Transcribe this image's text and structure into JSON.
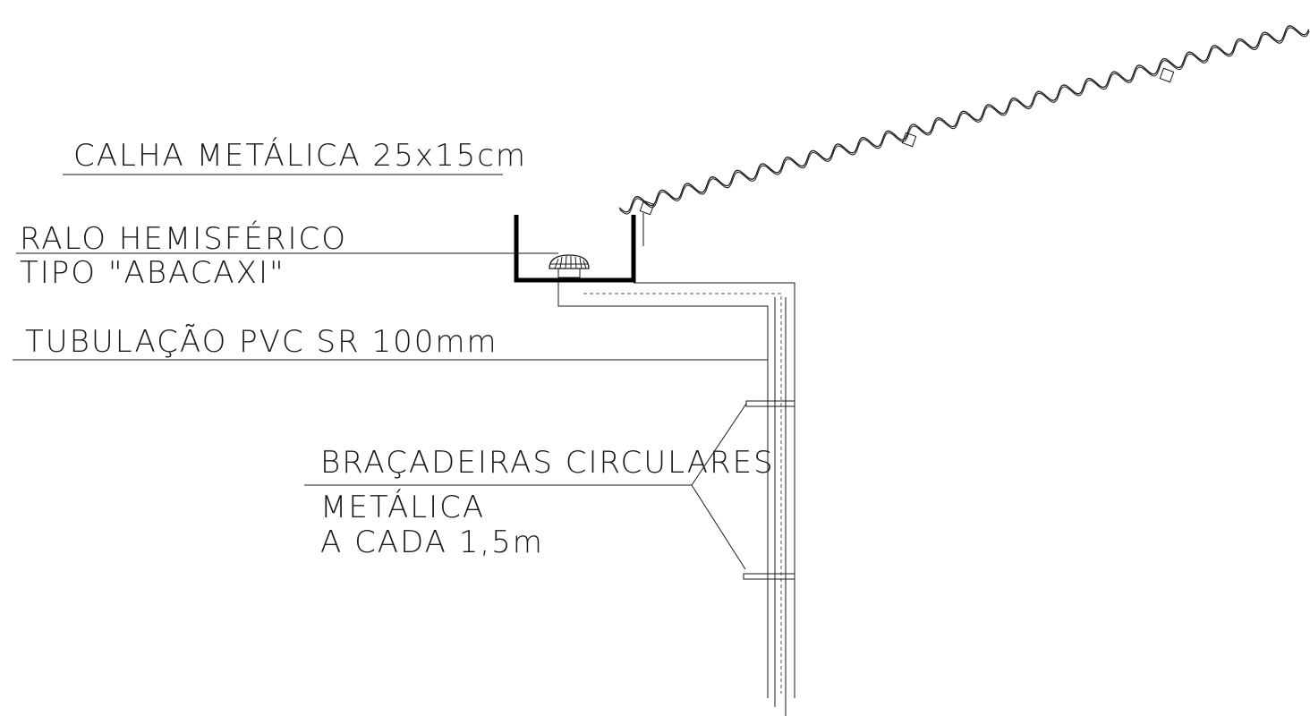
{
  "labels": {
    "gutter": "CALHA METÁLICA 25x15cm",
    "drain_line1": "RALO HEMISFÉRICO",
    "drain_line2": "TIPO \"ABACAXI\"",
    "pipe": "TUBULAÇÃO PVC SR 100mm",
    "clamps_line1": "BRAÇADEIRAS CIRCULARES",
    "clamps_line2": "METÁLICA",
    "clamps_line3": "A CADA 1,5m"
  },
  "colors": {
    "line": "#1a1a1a",
    "background": "#ffffff"
  }
}
